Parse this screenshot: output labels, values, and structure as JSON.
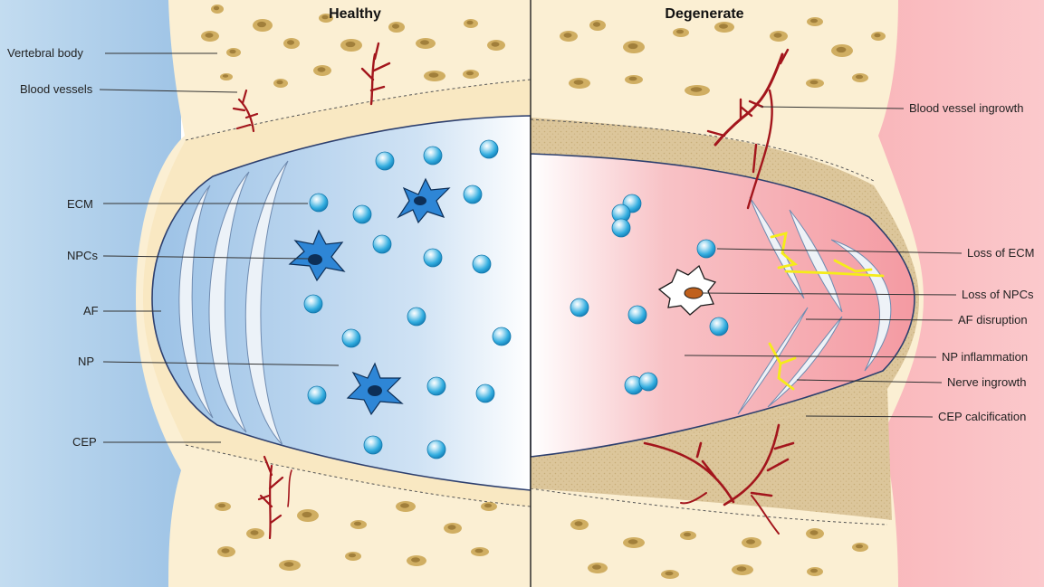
{
  "panels": {
    "left_title": "Healthy",
    "right_title": "Degenerate"
  },
  "left_labels": [
    {
      "id": "vertebral-body",
      "text": "Vertebral body"
    },
    {
      "id": "blood-vessels",
      "text": "Blood vessels"
    },
    {
      "id": "ecm",
      "text": "ECM"
    },
    {
      "id": "npcs",
      "text": "NPCs"
    },
    {
      "id": "af",
      "text": "AF"
    },
    {
      "id": "np",
      "text": "NP"
    },
    {
      "id": "cep",
      "text": "CEP"
    }
  ],
  "right_labels": [
    {
      "id": "blood-vessel-ingrowth",
      "text": "Blood vessel ingrowth"
    },
    {
      "id": "loss-of-ecm",
      "text": "Loss of ECM"
    },
    {
      "id": "loss-of-npcs",
      "text": "Loss of NPCs"
    },
    {
      "id": "af-disruption",
      "text": "AF disruption"
    },
    {
      "id": "np-inflammation",
      "text": "NP inflammation"
    },
    {
      "id": "nerve-ingrowth",
      "text": "Nerve ingrowth"
    },
    {
      "id": "cep-calcification",
      "text": "CEP calcification"
    }
  ],
  "colors": {
    "healthy_bg": "#b7d3ec",
    "degenerate_bg": "#f7a9ae",
    "bone": "#fbefd3",
    "bone_spot": "#c8a24e",
    "cep_healthy": "#f9e8c2",
    "cep_calcified": "#d9c49a",
    "np_healthy": "#a9cbea",
    "np_degenerate": "#f6a4ac",
    "vessel": "#a3151c",
    "nerve": "#f5ec1a",
    "ecm_bead": "#2aa8d8",
    "npc_cell": "#2e86d6",
    "dead_cell_nucleus": "#c0601c"
  }
}
